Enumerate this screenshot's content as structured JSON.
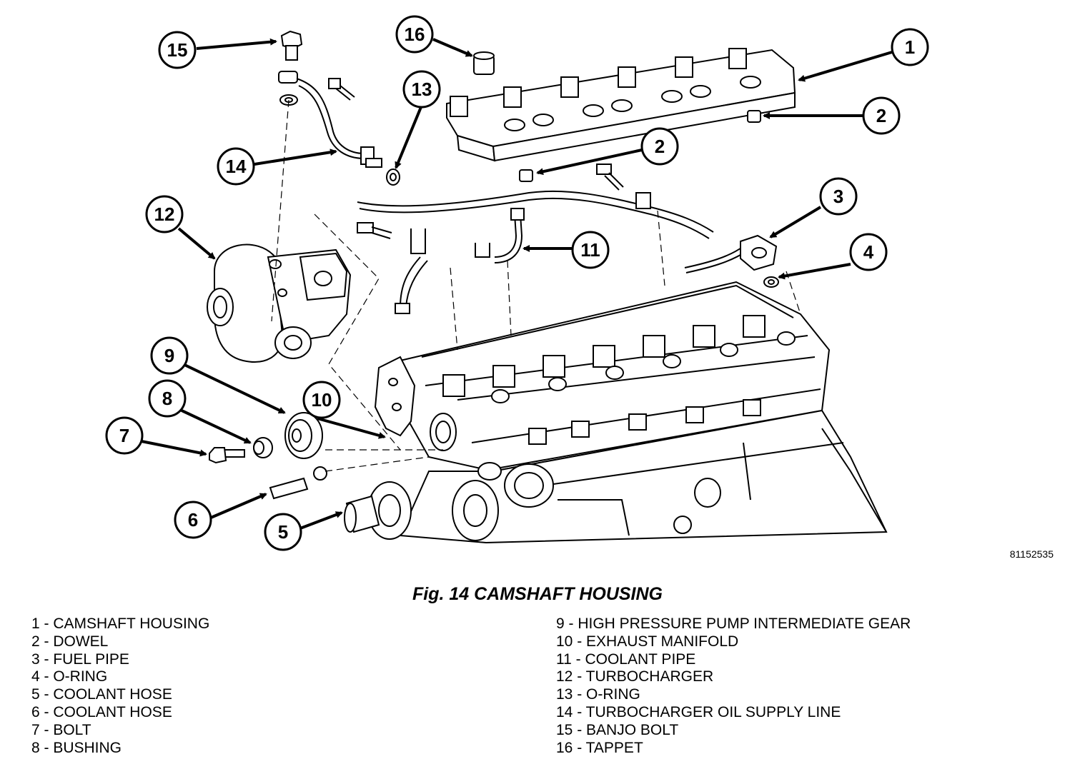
{
  "figure_number": "81152535",
  "caption": "Fig. 14 CAMSHAFT HOUSING",
  "callouts": [
    {
      "id": "15",
      "label": "15"
    },
    {
      "id": "16",
      "label": "16"
    },
    {
      "id": "1",
      "label": "1"
    },
    {
      "id": "13",
      "label": "13"
    },
    {
      "id": "2a",
      "label": "2"
    },
    {
      "id": "2b",
      "label": "2"
    },
    {
      "id": "14",
      "label": "14"
    },
    {
      "id": "3",
      "label": "3"
    },
    {
      "id": "12",
      "label": "12"
    },
    {
      "id": "11",
      "label": "11"
    },
    {
      "id": "4",
      "label": "4"
    },
    {
      "id": "9",
      "label": "9"
    },
    {
      "id": "10",
      "label": "10"
    },
    {
      "id": "8",
      "label": "8"
    },
    {
      "id": "7",
      "label": "7"
    },
    {
      "id": "6",
      "label": "6"
    },
    {
      "id": "5",
      "label": "5"
    }
  ],
  "legend_left": [
    "1 - CAMSHAFT HOUSING",
    "2 - DOWEL",
    "3 - FUEL PIPE",
    "4 - O-RING",
    "5 - COOLANT HOSE",
    "6 - COOLANT HOSE",
    "7 - BOLT",
    "8 - BUSHING"
  ],
  "legend_right": [
    "9 - HIGH PRESSURE PUMP INTERMEDIATE GEAR",
    "10 - EXHAUST MANIFOLD",
    "11 - COOLANT PIPE",
    "12 - TURBOCHARGER",
    "13 - O-RING",
    "14 - TURBOCHARGER OIL SUPPLY LINE",
    "15 - BANJO BOLT",
    "16 - TAPPET"
  ]
}
